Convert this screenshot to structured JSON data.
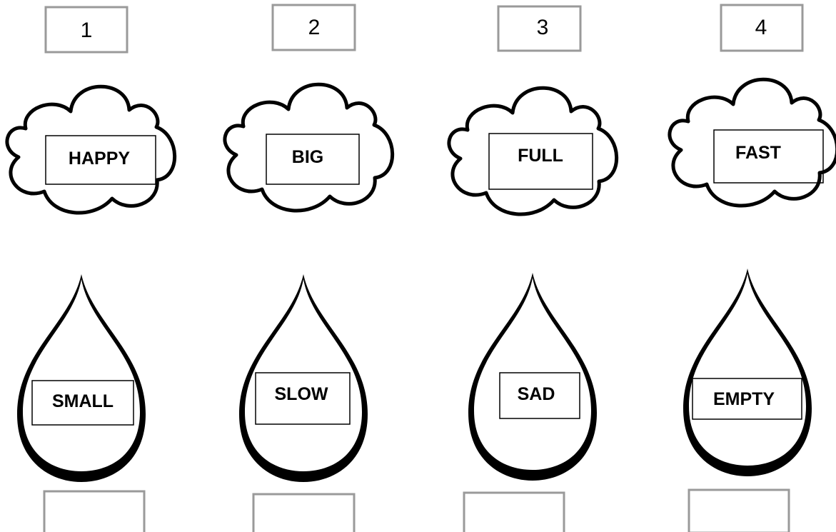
{
  "numbers": [
    "1",
    "2",
    "3",
    "4"
  ],
  "clouds": [
    "HAPPY",
    "BIG",
    "FULL",
    "FAST"
  ],
  "drops": [
    "SMALL",
    "SLOW",
    "SAD",
    "EMPTY"
  ],
  "answers": [
    "",
    "",
    "",
    ""
  ],
  "icons": {
    "cloud": "cloud-icon",
    "drop": "raindrop-icon"
  },
  "colors": {
    "outline": "#000000",
    "box_border": "#9a9a9a",
    "background": "#ffffff"
  }
}
